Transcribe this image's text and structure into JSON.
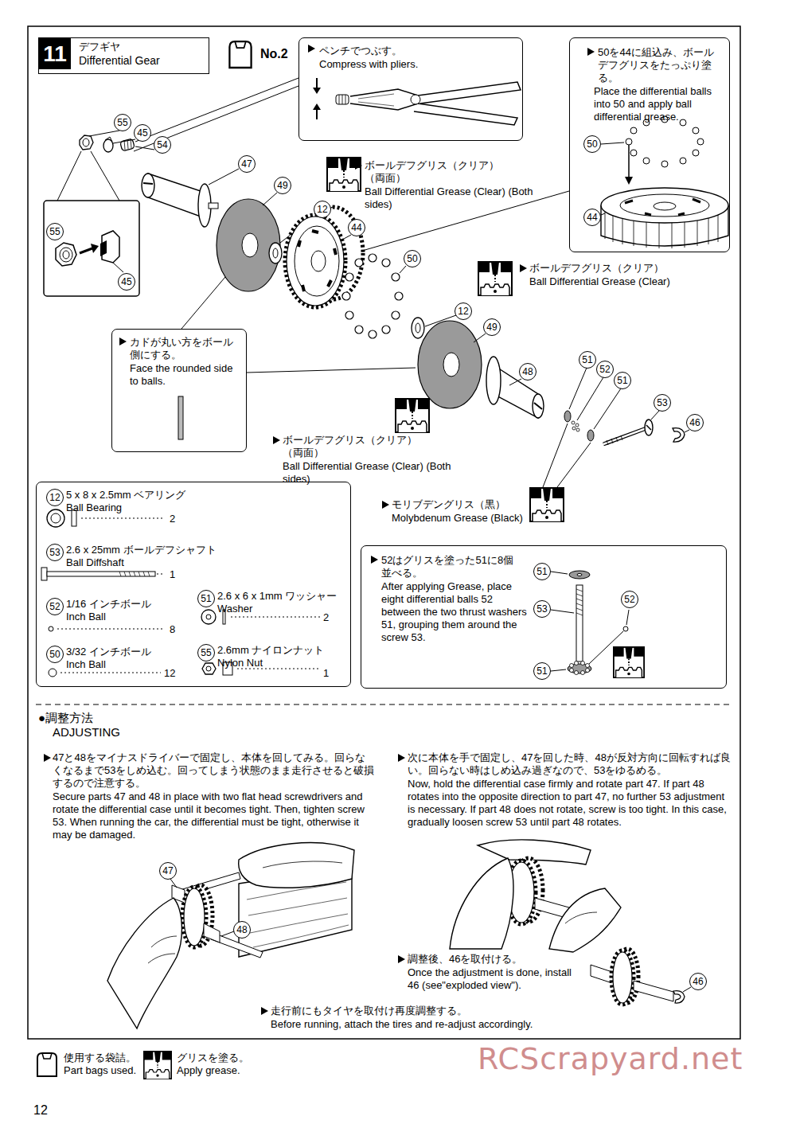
{
  "diagram": {
    "nodes": [
      {
        "text": [
          "11",
          "デフギヤ",
          "Differential Gear"
        ]
      },
      {
        "text": [
          "ペンチでつぶす。",
          "Compress with pliers."
        ]
      },
      {
        "text": [
          "50を44に組込み、ボールデフグリスをたっぷり塗る。",
          "Place the differential balls into 50 and apply ball differential grease."
        ]
      },
      {
        "text": [
          "カドが丸い方をボール側にする。",
          "Face the rounded side to balls."
        ]
      },
      {
        "text": [
          "12",
          "5 x 8 x 2.5mm ベアリング Ball Bearing",
          "2",
          "53",
          "2.6 x 25mm ボールデフシャフト Ball Diffshaft",
          "1",
          "52",
          "1/16 インチボール Inch Ball",
          "8",
          "50",
          "3/32 インチボール Inch Ball",
          "12",
          "51",
          "2.6 x 6 x 1mm ワッシャー Washer",
          "2",
          "55",
          "2.6mm ナイロンナット Nylon Nut",
          "1"
        ]
      },
      {
        "text": [
          "52はグリスを塗った51に8個並べる。",
          "After applying Grease, place eight differential balls 52 between the two thrust washers 51, grouping them around the screw 53."
        ]
      }
    ],
    "labels": [
      "No.2",
      "55",
      "45",
      "54",
      "47",
      "49",
      "12",
      "44",
      "50",
      "12",
      "49",
      "48",
      "51",
      "52",
      "51",
      "53",
      "46",
      "55",
      "45",
      "50",
      "44",
      "ボールデフグリス（クリア） （両面）",
      "Ball Differential Grease (Clear) (Both sides)",
      "ボールデフグリス（クリア）",
      "Ball Differential Grease (Clear)",
      "ボールデフグリス（クリア） （両面）",
      "Ball Differential Grease (Clear) (Both sides)",
      "モリブデングリス（黒）",
      "Molybdenum Grease (Black)",
      "51",
      "53",
      "52",
      "51",
      "●調整方法",
      "ADJUSTING",
      "47と48をマイナスドライバーで固定し、本体を回してみる。回らなくなるまで53をしめ込む。回ってしまう状態のまま走行させると破損するので注意する。",
      "Secure parts 47 and 48 in place with two flat head screwdrivers and rotate the differential case until it becomes tight. Then, tighten screw 53. When running the car, the differential must be tight, otherwise it may be damaged.",
      "次に本体を手で固定し、47を回した時、48が反対方向に回転すれば良い。回らない時はしめ込み過ぎなので、53をゆるめる。",
      "Now, hold the differential case firmly and rotate part 47. If part 48 rotates into the opposite direction to part 47, no further 53 adjustment is necessary. If part 48 does not rotate, screw is too tight. In this case, gradually loosen screw 53 until part 48 rotates.",
      "47",
      "48",
      "調整後、46を取付ける。",
      "Once the adjustment is done, install 46 (see\"exploded view\").",
      "46",
      "走行前にもタイヤを取付け再度調整する。",
      "Before running, attach the tires and re-adjust accordingly.",
      "12",
      "RCScrapyard.net"
    ],
    "legend": [
      {
        "text": "使用する袋詰。 Part bags used."
      },
      {
        "text": "グリスを塗る。 Apply grease."
      }
    ]
  }
}
